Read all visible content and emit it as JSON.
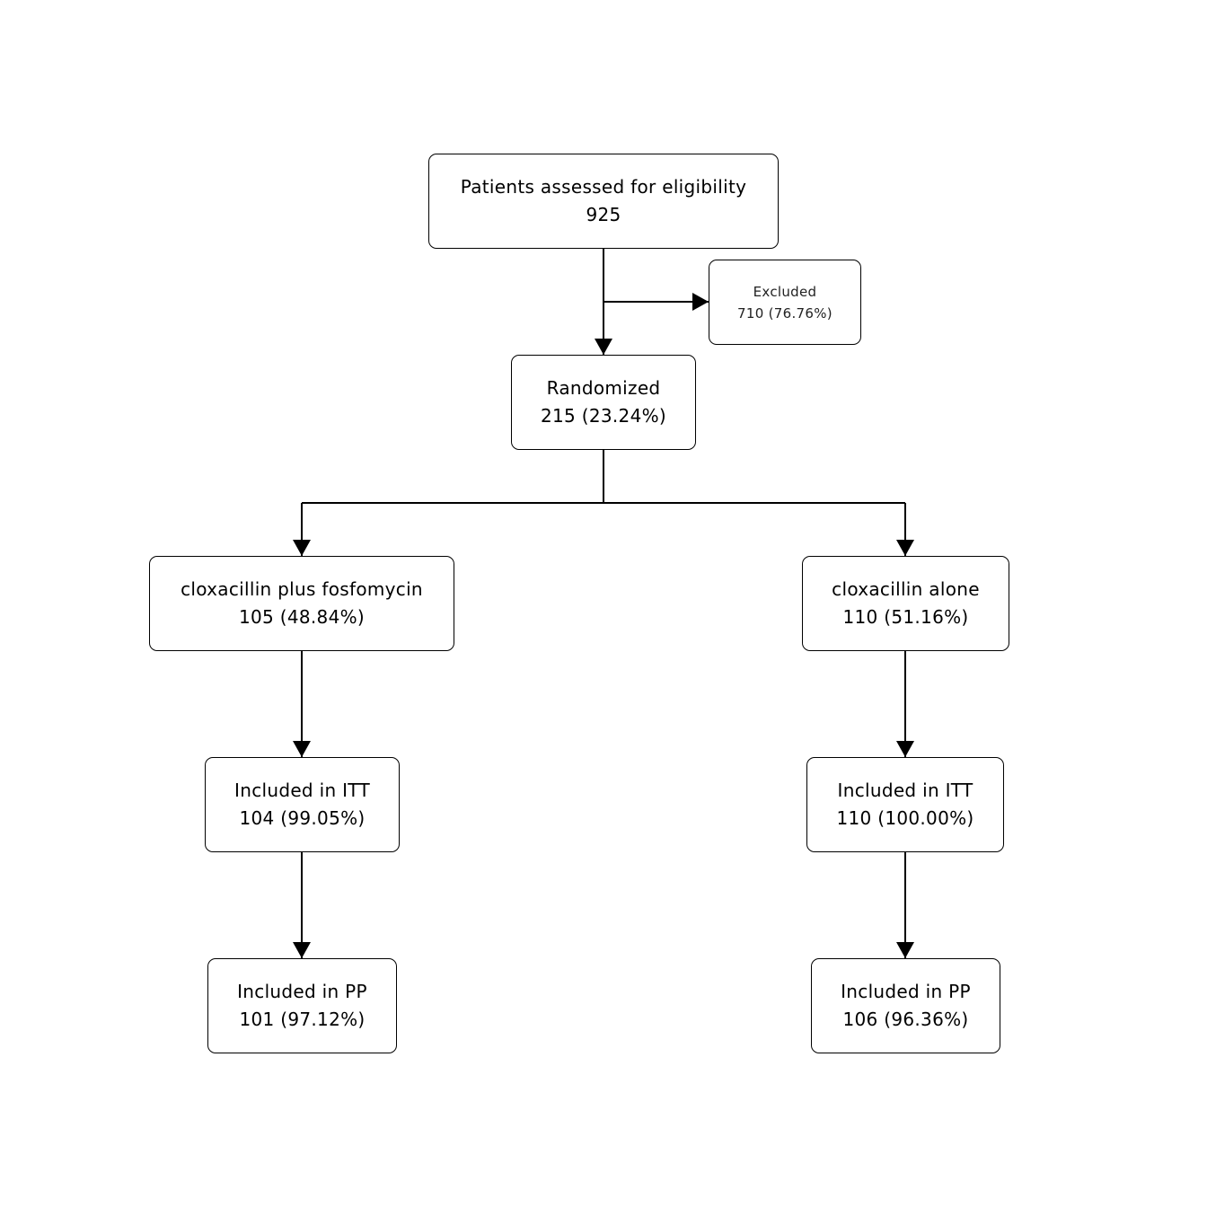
{
  "flowchart": {
    "assessed": {
      "label": "Patients assessed for eligibility",
      "value": "925"
    },
    "excluded": {
      "label": "Excluded",
      "value": "710 (76.76%)"
    },
    "randomized": {
      "label": "Randomized",
      "value": "215 (23.24%)"
    },
    "arm_left": {
      "allocation": {
        "label": "cloxacillin plus fosfomycin",
        "value": "105 (48.84%)"
      },
      "itt": {
        "label": "Included in ITT",
        "value": "104 (99.05%)"
      },
      "pp": {
        "label": "Included in PP",
        "value": "101 (97.12%)"
      }
    },
    "arm_right": {
      "allocation": {
        "label": "cloxacillin alone",
        "value": "110 (51.16%)"
      },
      "itt": {
        "label": "Included in ITT",
        "value": "110 (100.00%)"
      },
      "pp": {
        "label": "Included in PP",
        "value": "106 (96.36%)"
      }
    }
  }
}
